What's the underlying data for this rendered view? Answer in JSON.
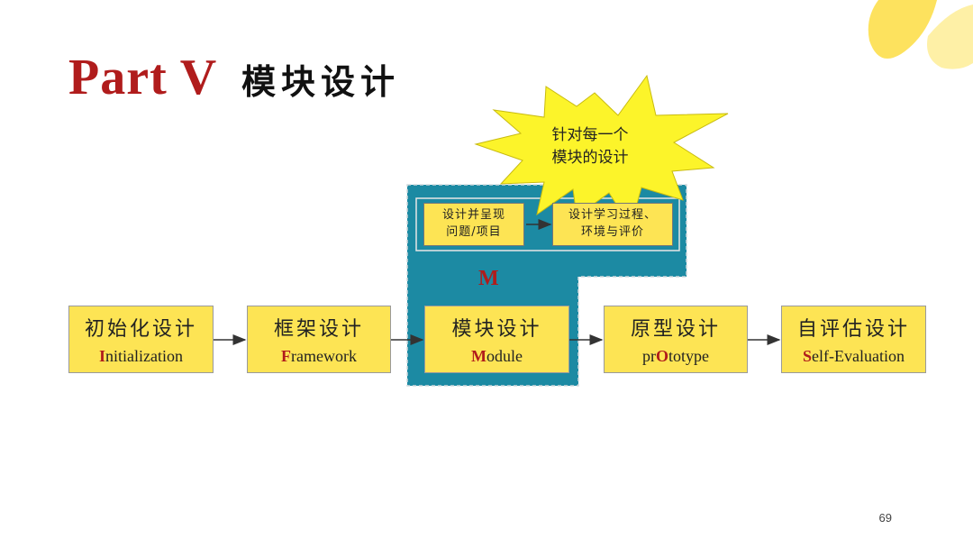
{
  "title": {
    "part": "Part V",
    "cn": "模块设计"
  },
  "burst": {
    "line1": "针对每一个",
    "line2": "模块的设计"
  },
  "module_group": {
    "label": "M",
    "sub_boxes": [
      {
        "line1": "设计并呈现",
        "line2": "问题/项目"
      },
      {
        "line1": "设计学习过程、",
        "line2": "环境与评价"
      }
    ]
  },
  "nodes": [
    {
      "cn": "初始化设计",
      "en_first": "I",
      "en_rest": "nitialization"
    },
    {
      "cn": "框架设计",
      "en_first": "F",
      "en_rest": "ramework"
    },
    {
      "cn": "模块设计",
      "en_first": "M",
      "en_rest": "odule"
    },
    {
      "cn": "原型设计",
      "en_pre": "pr",
      "en_first": "O",
      "en_rest": "totype"
    },
    {
      "cn": "自评估设计",
      "en_first": "S",
      "en_rest": "elf-Evaluation"
    }
  ],
  "page_number": "69",
  "colors": {
    "accent_red": "#b01c1c",
    "box_yellow": "#fde454",
    "group_teal": "#1c8aa3",
    "burst_yellow": "#fcf42a",
    "deco_yellow": "#fde25e"
  }
}
